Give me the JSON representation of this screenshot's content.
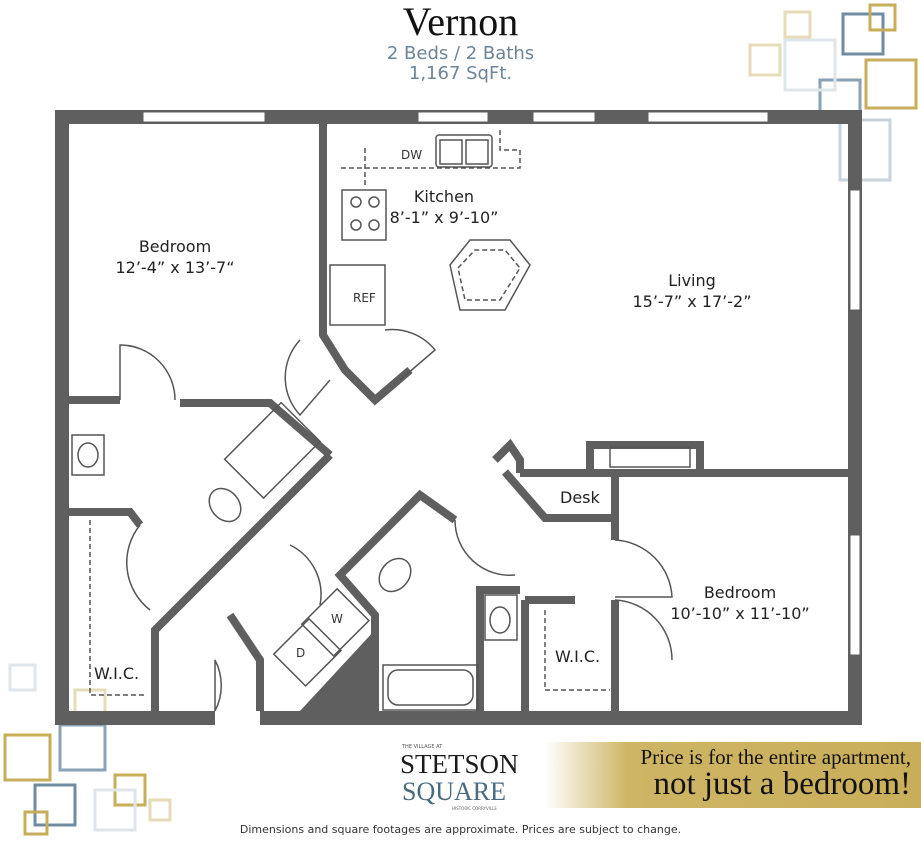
{
  "header": {
    "title": "Vernon",
    "beds_baths": "2 Beds / 2 Baths",
    "sqft": "1,167 SqFt."
  },
  "rooms": {
    "bedroom1": {
      "name": "Bedroom",
      "size": "12’-4” x 13’-7“"
    },
    "kitchen": {
      "name": "Kitchen",
      "size": "8’-1” x 9’-10”"
    },
    "living": {
      "name": "Living",
      "size": "15’-7” x 17’-2”"
    },
    "bedroom2": {
      "name": "Bedroom",
      "size": "10’-10” x 11’-10”"
    },
    "wic1": "W.I.C.",
    "wic2": "W.I.C.",
    "desk": "Desk",
    "dw": "DW",
    "ref": "REF",
    "washer": "W",
    "dryer": "D"
  },
  "logo": {
    "top": "THE VILLAGE AT",
    "line1": "STETSON",
    "line2": "SQUARE",
    "bottom": "HISTORIC CORRYVILLE"
  },
  "banner": {
    "line1": "Price is for the entire apartment,",
    "line2": "not just a bedroom!"
  },
  "footer": "Dimensions and square footages are approximate.  Prices are subject to change.",
  "colors": {
    "wall": "#5f5f5f",
    "accent_gold": "#c9ae5a",
    "accent_blue": "#6c8597"
  }
}
